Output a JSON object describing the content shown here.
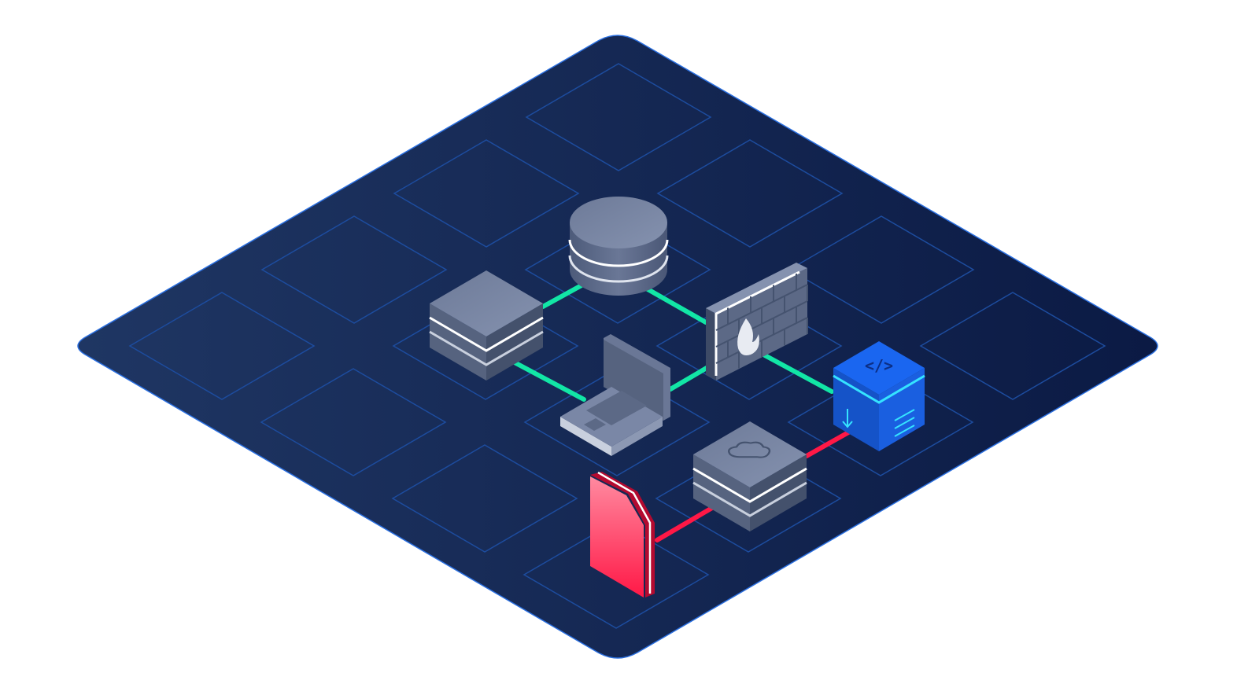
{
  "diagram": {
    "style": "isometric network infrastructure illustration",
    "colors": {
      "platform_start": "#1f3663",
      "platform_end": "#0b1a44",
      "platform_border": "#2a6fe0",
      "grid_tile": "#1d4c9e",
      "node_gray_light": "#7a87a6",
      "node_gray_dark": "#45536f",
      "connection_safe": "#12e6a6",
      "connection_threat": "#ff1846",
      "threat_file": "#ff4d6d",
      "code_box": "#1a66f0",
      "code_accent": "#35e3ff"
    },
    "nodes": [
      {
        "id": "database",
        "icon": "database-icon"
      },
      {
        "id": "server-left",
        "icon": "server-stack-icon"
      },
      {
        "id": "firewall",
        "icon": "firewall-icon"
      },
      {
        "id": "laptop",
        "icon": "laptop-icon"
      },
      {
        "id": "code-package",
        "icon": "code-box-icon"
      },
      {
        "id": "cloud-server",
        "icon": "cloud-server-icon"
      },
      {
        "id": "malicious-file",
        "icon": "file-icon"
      }
    ],
    "connections": [
      {
        "from": "server-left",
        "to": "database",
        "status": "safe"
      },
      {
        "from": "database",
        "to": "firewall",
        "status": "safe"
      },
      {
        "from": "server-left",
        "to": "laptop",
        "status": "safe"
      },
      {
        "from": "laptop",
        "to": "firewall",
        "status": "safe"
      },
      {
        "from": "firewall",
        "to": "code-package",
        "status": "safe"
      },
      {
        "from": "cloud-server",
        "to": "code-package",
        "status": "threat"
      },
      {
        "from": "malicious-file",
        "to": "cloud-server",
        "status": "threat"
      }
    ]
  }
}
